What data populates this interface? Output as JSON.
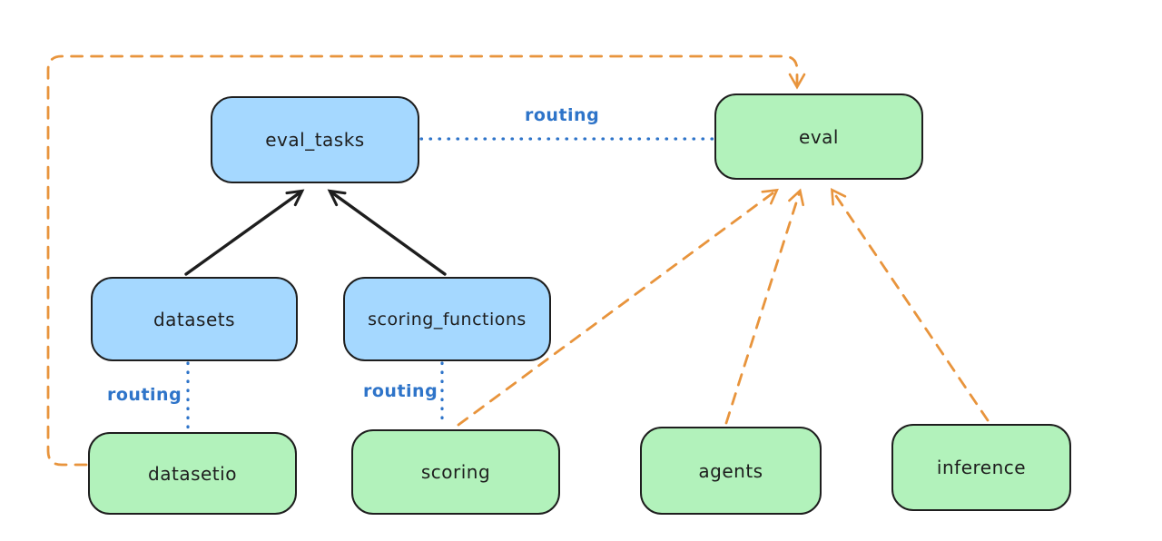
{
  "diagram": {
    "nodes": {
      "eval_tasks": {
        "label": "eval_tasks"
      },
      "eval": {
        "label": "eval"
      },
      "datasets": {
        "label": "datasets"
      },
      "scoring_functions": {
        "label": "scoring_functions"
      },
      "datasetio": {
        "label": "datasetio"
      },
      "scoring": {
        "label": "scoring"
      },
      "agents": {
        "label": "agents"
      },
      "inference": {
        "label": "inference"
      }
    },
    "edge_labels": {
      "eval_tasks_to_eval": "routing",
      "datasets_to_datasetio": "routing",
      "scoring_functions_to_scoring": "routing"
    },
    "colors": {
      "blue_node_fill": "#a5d8ff",
      "green_node_fill": "#b2f2bb",
      "node_border": "#1e1e1e",
      "black_arrow": "#1e1e1e",
      "orange_dashed": "#e8943c",
      "blue_dotted": "#2e74c9",
      "background": "#ffffff"
    }
  }
}
